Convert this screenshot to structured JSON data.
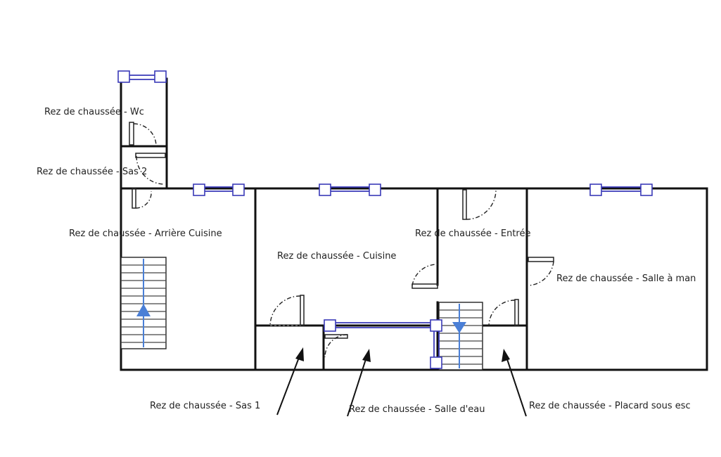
{
  "rooms": {
    "wc": "Rez de chaussée - Wc",
    "sas2": "Rez de chaussée - Sas 2",
    "arriere_cuisine": "Rez de chaussée - Arrière Cuisine",
    "cuisine": "Rez de chaussée - Cuisine",
    "entree": "Rez de chaussée - Entrée",
    "salle_a_manger": "Rez de chaussée - Salle à man",
    "sas1": "Rez de chaussée - Sas 1",
    "salle_deau": "Rez de chaussée - Salle d'eau",
    "placard": "Rez de chaussée - Placard sous esc"
  },
  "colors": {
    "wall": "#111111",
    "window_handle": "#3a3ab8",
    "stair_arrow": "#4a7fd6"
  },
  "icons": {
    "stair_up": "arrow-up-icon",
    "stair_down": "arrow-down-icon"
  }
}
